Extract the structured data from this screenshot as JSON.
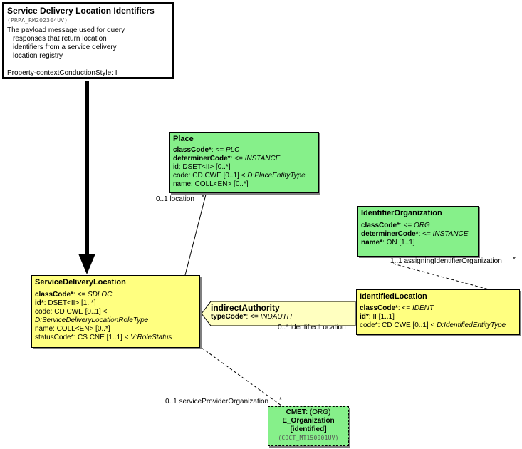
{
  "header": {
    "title": "Service Delivery Location Identifiers",
    "id": "(PRPA_RM202304UV)",
    "description_lines": [
      "The payload message used for query",
      "responses that return location",
      "identifiers from a service delivery",
      "location registry"
    ],
    "property": "Property-contextConductionStyle: I"
  },
  "place": {
    "title": "Place",
    "classCode_label": "classCode*",
    "classCode_value": "PLC",
    "determinerCode_label": "determinerCode*",
    "determinerCode_value": "INSTANCE",
    "id_line": "id: DSET<II> [0..*]",
    "code_prefix": "code: CD CWE [0..1] < ",
    "code_value": "D:PlaceEntityType",
    "name_line": "name: COLL<EN> [0..*]"
  },
  "identifier_organization": {
    "title": "IdentifierOrganization",
    "classCode_label": "classCode*",
    "classCode_value": "ORG",
    "determinerCode_label": "determinerCode*",
    "determinerCode_value": "INSTANCE",
    "name_label": "name*",
    "name_value": ": ON [1..1]"
  },
  "service_delivery_location": {
    "title": "ServiceDeliveryLocation",
    "classCode_label": "classCode*",
    "classCode_value": "SDLOC",
    "id_label": "id*",
    "id_value": ": DSET<II> [1..*]",
    "code_line": "code: CD CWE [0..1] <",
    "code_value": "D:ServiceDeliveryLocationRoleType",
    "name_line": "name: COLL<EN> [0..*]",
    "statusCode_prefix": "statusCode*: CS CNE [1..1] < ",
    "statusCode_value": "V:RoleStatus"
  },
  "identified_location": {
    "title": "IdentifiedLocation",
    "classCode_label": "classCode*",
    "classCode_value": "IDENT",
    "id_label": "id*",
    "id_value": ": II [1..1]",
    "code_prefix": "code*: CD CWE [0..1] < ",
    "code_value": "D:IdentifiedEntityType"
  },
  "indirect_authority": {
    "title": "indirectAuthority",
    "typeCode_label": "typeCode*",
    "typeCode_value": "INDAUTH"
  },
  "cmet": {
    "label": "CMET:",
    "class_code": " (ORG)",
    "name": "E_Organization",
    "flavor": "[identified]",
    "id": "(COCT_MT150001UV)"
  },
  "labels": {
    "location": "0..1 location",
    "location_star": "*",
    "assigning": "1..1 assigningIdentifierOrganization",
    "assigning_star": "*",
    "identified_location": "0..* identifiedLocation",
    "service_provider": "0..1 serviceProviderOrganization",
    "service_provider_star": "*"
  },
  "operators": {
    "assign": ": <= "
  },
  "colors": {
    "green_class": "#86f08a",
    "yellow_class": "#ffff80",
    "arc_fill": "#ffffc0"
  }
}
